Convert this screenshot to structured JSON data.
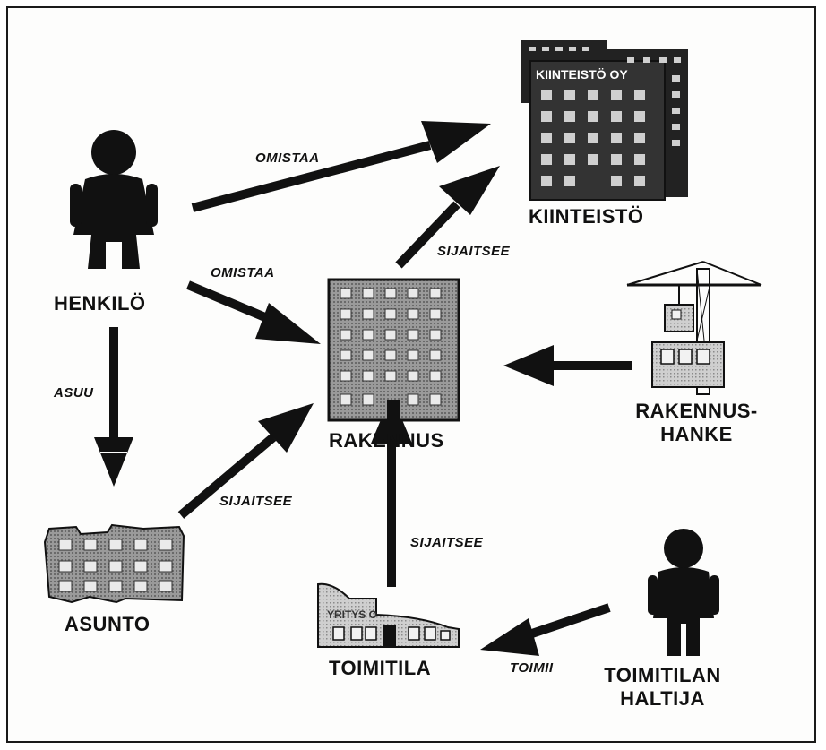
{
  "nodes": {
    "henkilo": "HENKILÖ",
    "kiinteisto": "KIINTEISTÖ",
    "kiinteisto_oy": "KIINTEISTÖ OY",
    "rakennus": "RAKENNUS",
    "rakennushanke_1": "RAKENNUS-",
    "rakennushanke_2": "HANKE",
    "asunto": "ASUNTO",
    "toimitila": "TOIMITILA",
    "toimitila_sign": "YRITYS O",
    "haltija_1": "TOIMITILAN",
    "haltija_2": "HALTIJA"
  },
  "relations": {
    "omistaa_kiinteisto": "OMISTAA",
    "omistaa_rakennus": "OMISTAA",
    "asuu": "ASUU",
    "sijaitsee_kiinteisto": "SIJAITSEE",
    "sijaitsee_asunto": "SIJAITSEE",
    "sijaitsee_toimitila": "SIJAITSEE",
    "toimii": "TOIMII"
  },
  "colors": {
    "ink": "#111111",
    "building_fill": "#5f5f5f",
    "light_fill": "#bdbdbd",
    "window": "#f2f2f2"
  }
}
